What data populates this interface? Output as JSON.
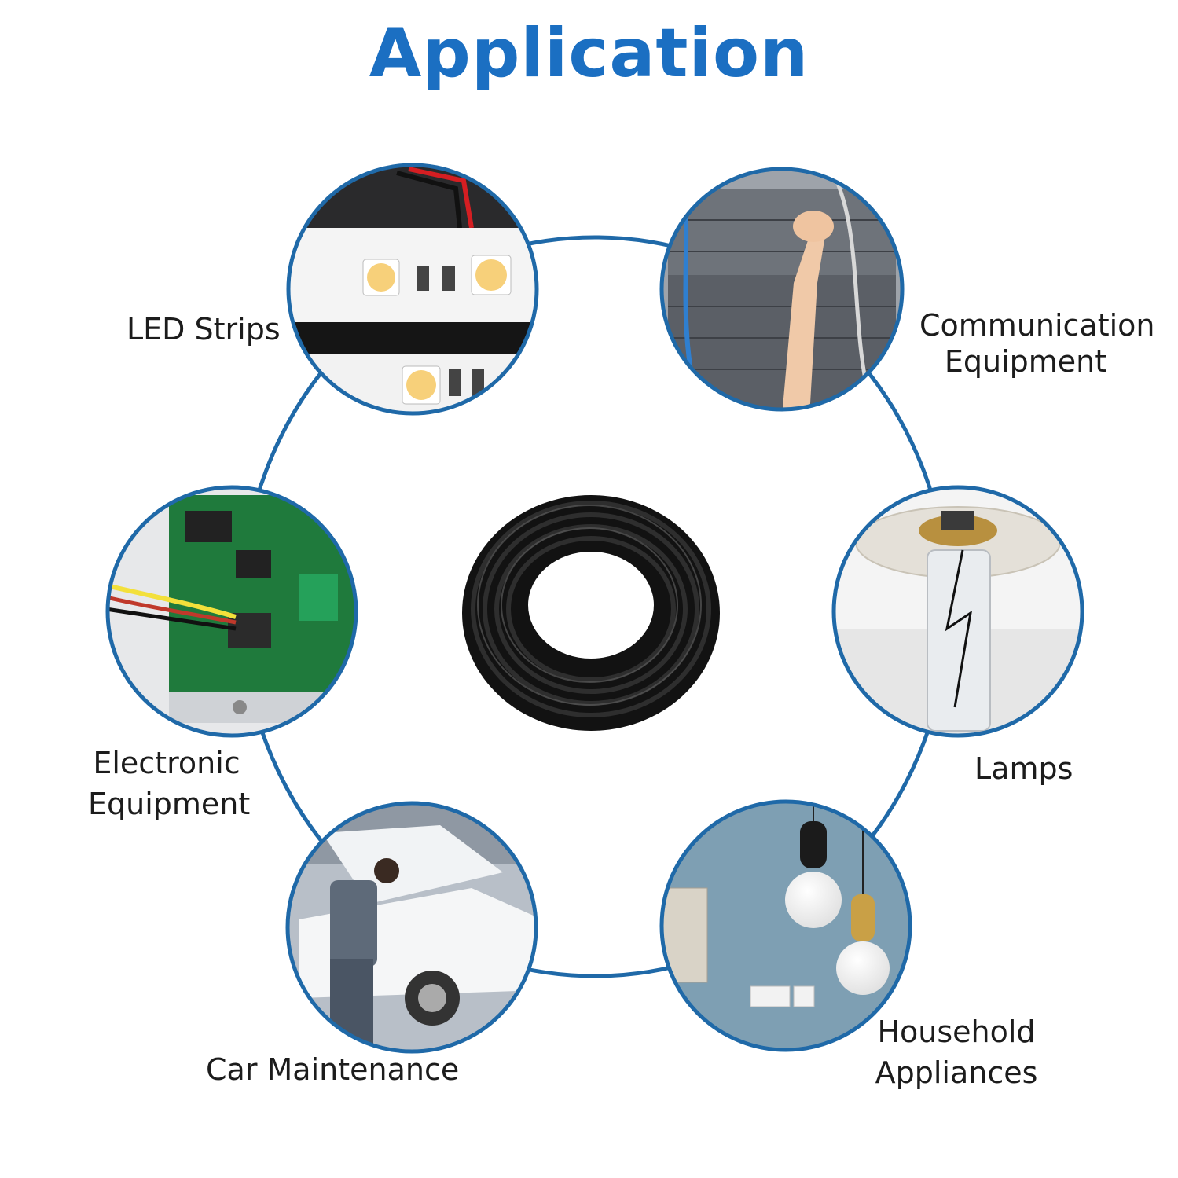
{
  "title": "Application",
  "colors": {
    "accent": "#1b6fc2",
    "ring": "#1f69a8",
    "text": "#1c1c1c"
  },
  "applications": [
    {
      "label": "LED Strips",
      "image": "led-strip-photo"
    },
    {
      "label": "Communication Equipment",
      "line1": "Communication",
      "line2": "Equipment",
      "image": "server-rack-photo"
    },
    {
      "label": "Electronic Equipment",
      "line1": "Electronic",
      "line2": "Equipment",
      "image": "circuit-board-photo"
    },
    {
      "label": "Lamps",
      "image": "glass-lamp-photo"
    },
    {
      "label": "Car Maintenance",
      "image": "car-repair-photo"
    },
    {
      "label": "Household Appliances",
      "line1": "Household",
      "line2": "Appliances",
      "image": "pendant-lights-photo"
    }
  ],
  "center_image": "black-cable-coil-photo"
}
